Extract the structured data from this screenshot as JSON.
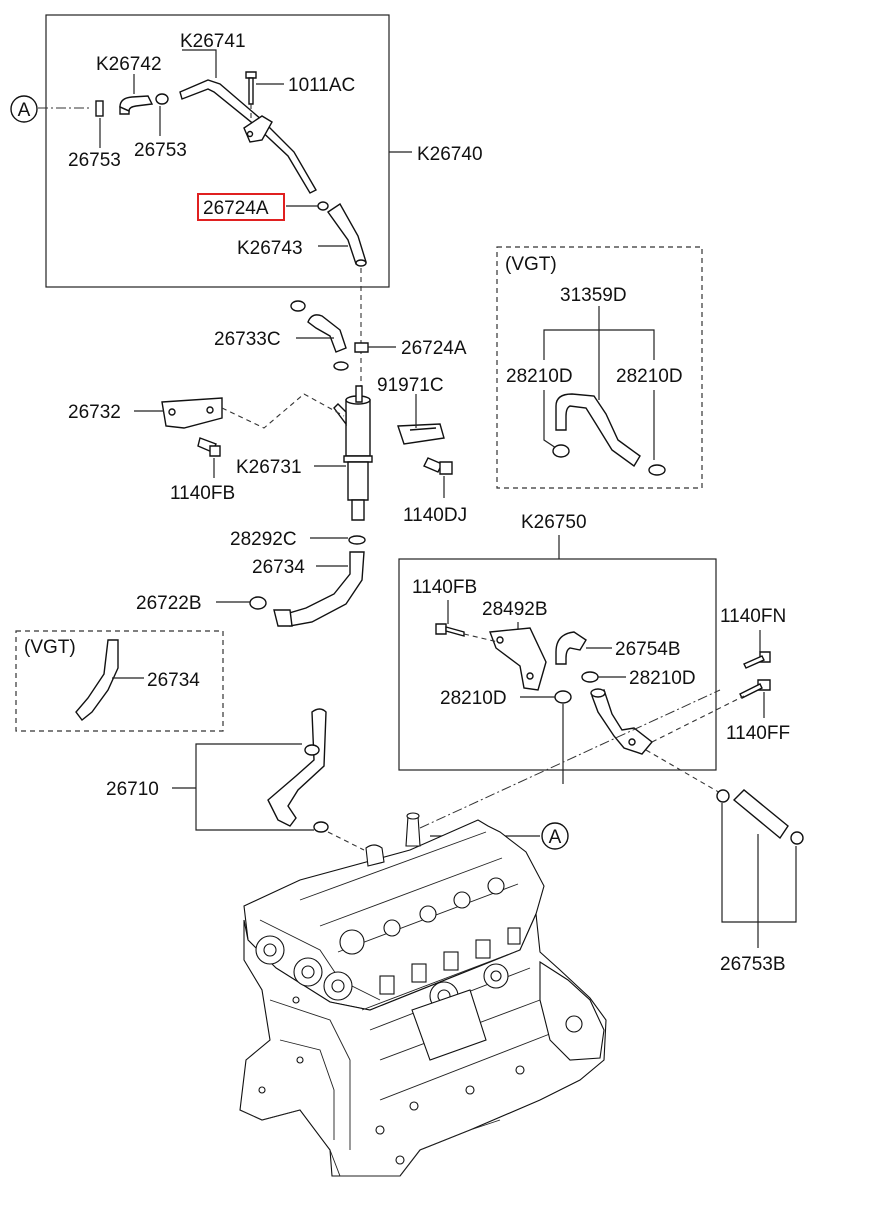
{
  "labels": {
    "k26741": "K26741",
    "k26742": "K26742",
    "p1011ac": "1011AC",
    "p26753_left": "26753",
    "p26753_right": "26753",
    "k26740": "K26740",
    "p26724a_top": "26724A",
    "k26743": "K26743",
    "p26733c": "26733C",
    "p26724a_mid": "26724A",
    "p91971c": "91971C",
    "p26732": "26732",
    "k26731": "K26731",
    "p1140fb_left": "1140FB",
    "p1140dj": "1140DJ",
    "p28292c": "28292C",
    "p26734_main": "26734",
    "p26722b": "26722B",
    "vgt_left_tag": "(VGT)",
    "p26734_vgt": "26734",
    "vgt_right_tag": "(VGT)",
    "p31359d": "31359D",
    "p28210d_vgt_left": "28210D",
    "p28210d_vgt_right": "28210D",
    "k26750": "K26750",
    "p1140fb_right": "1140FB",
    "p28492b": "28492B",
    "p26754b": "26754B",
    "p28210d_a": "28210D",
    "p28210d_b": "28210D",
    "p1140fn": "1140FN",
    "p1140ff": "1140FF",
    "p26710": "26710",
    "p26753b": "26753B",
    "ref_a": "A"
  },
  "colors": {
    "line": "#222222",
    "highlight": "#e02020",
    "background": "#ffffff"
  }
}
